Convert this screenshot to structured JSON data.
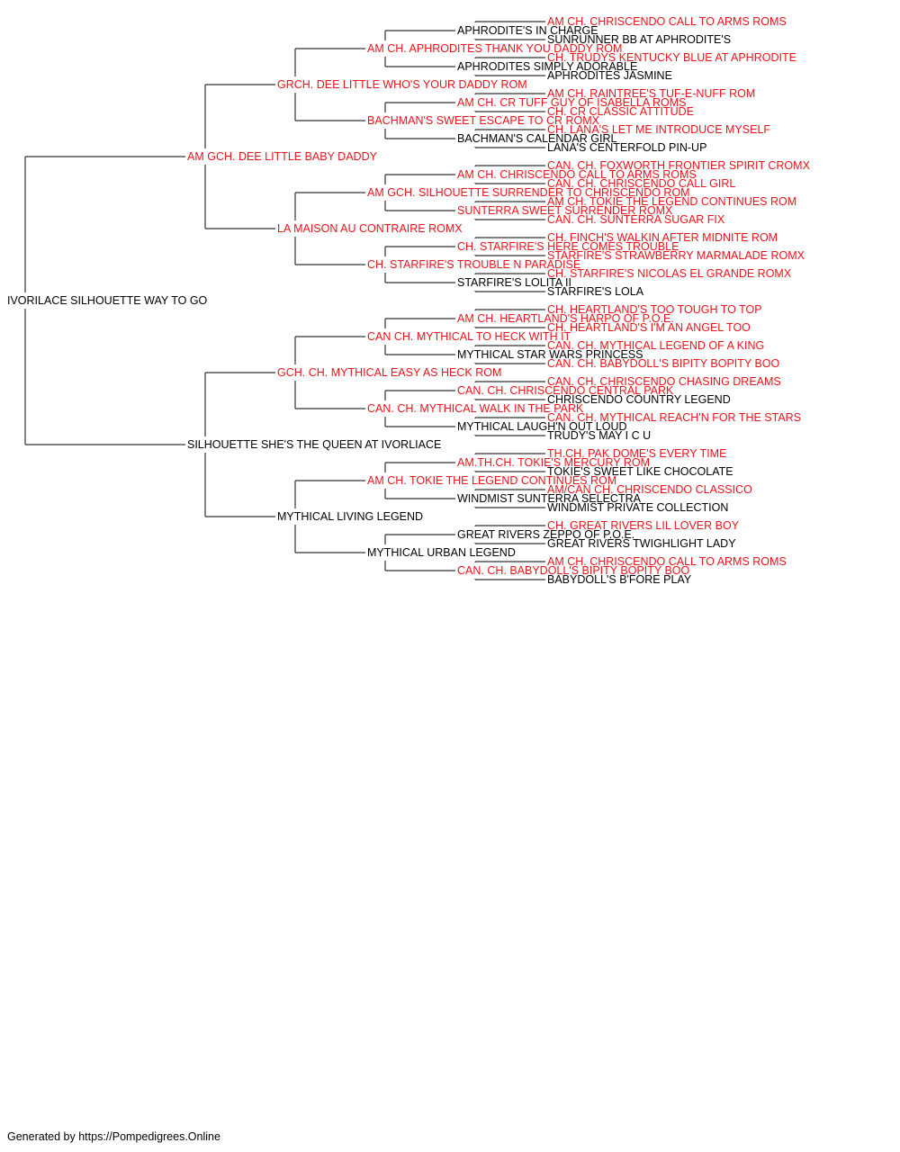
{
  "colors": {
    "titled": "#e8141c",
    "untitled": "#000000",
    "line": "#333333"
  },
  "pedigree": {
    "name": "IVORILACE SILHOUETTE WAY TO GO",
    "titled": false,
    "sire": {
      "name": "AM GCH. DEE LITTLE BABY DADDY",
      "titled": true,
      "sire": {
        "name": "GRCH. DEE LITTLE WHO'S YOUR DADDY ROM",
        "titled": true,
        "sire": {
          "name": "AM CH. APHRODITES THANK YOU DADDY ROM",
          "titled": true,
          "sire": {
            "name": "APHRODITE'S IN CHARGE",
            "titled": false,
            "sire": {
              "name": "AM CH. CHRISCENDO CALL TO ARMS ROMS",
              "titled": true
            },
            "dam": {
              "name": "SUNRUNNER BB AT APHRODITE'S",
              "titled": false
            }
          },
          "dam": {
            "name": "APHRODITES SIMPLY ADORABLE",
            "titled": false,
            "sire": {
              "name": "CH. TRUDYS KENTUCKY BLUE AT APHRODITE",
              "titled": true
            },
            "dam": {
              "name": "APHRODITES JASMINE",
              "titled": false
            }
          }
        },
        "dam": {
          "name": "BACHMAN'S SWEET ESCAPE TO CR ROMX",
          "titled": true,
          "sire": {
            "name": "AM CH. CR TUFF GUY OF ISABELLA ROMS",
            "titled": true,
            "sire": {
              "name": "AM CH. RAINTREE'S TUF-E-NUFF ROM",
              "titled": true
            },
            "dam": {
              "name": "CH. CR CLASSIC ATTITUDE",
              "titled": true
            }
          },
          "dam": {
            "name": "BACHMAN'S CALENDAR GIRL",
            "titled": false,
            "sire": {
              "name": "CH. LANA'S LET ME INTRODUCE MYSELF",
              "titled": true
            },
            "dam": {
              "name": "LANA'S CENTERFOLD PIN-UP",
              "titled": false
            }
          }
        }
      },
      "dam": {
        "name": "LA MAISON AU CONTRAIRE ROMX",
        "titled": true,
        "sire": {
          "name": "AM GCH. SILHOUETTE SURRENDER TO CHRISCENDO ROM",
          "titled": true,
          "sire": {
            "name": "AM CH. CHRISCENDO CALL TO ARMS ROMS",
            "titled": true,
            "sire": {
              "name": "CAN. CH. FOXWORTH FRONTIER SPIRIT CROMX",
              "titled": true
            },
            "dam": {
              "name": "CAN. CH. CHRISCENDO CALL GIRL",
              "titled": true
            }
          },
          "dam": {
            "name": "SUNTERRA SWEET SURRENDER ROMX",
            "titled": true,
            "sire": {
              "name": "AM CH. TOKIE THE LEGEND CONTINUES ROM",
              "titled": true
            },
            "dam": {
              "name": "CAN. CH. SUNTERRA SUGAR FIX",
              "titled": true
            }
          }
        },
        "dam": {
          "name": "CH. STARFIRE'S TROUBLE N PARADISE",
          "titled": true,
          "sire": {
            "name": "CH. STARFIRE'S HERE COMES TROUBLE",
            "titled": true,
            "sire": {
              "name": "CH. FINCH'S WALKIN AFTER MIDNITE ROM",
              "titled": true
            },
            "dam": {
              "name": "STARFIRE'S STRAWBERRY MARMALADE ROMX",
              "titled": true
            }
          },
          "dam": {
            "name": "STARFIRE'S LOLITA II",
            "titled": false,
            "sire": {
              "name": "CH. STARFIRE'S NICOLAS EL GRANDE ROMX",
              "titled": true
            },
            "dam": {
              "name": "STARFIRE'S LOLA",
              "titled": false
            }
          }
        }
      }
    },
    "dam": {
      "name": "SILHOUETTE SHE'S THE QUEEN AT IVORLIACE",
      "titled": false,
      "sire": {
        "name": "GCH. CH. MYTHICAL EASY AS HECK ROM",
        "titled": true,
        "sire": {
          "name": "CAN CH. MYTHICAL TO HECK WITH IT",
          "titled": true,
          "sire": {
            "name": "AM CH. HEARTLAND'S HARPO OF P.O.E.",
            "titled": true,
            "sire": {
              "name": "CH. HEARTLAND'S TOO TOUGH TO TOP",
              "titled": true
            },
            "dam": {
              "name": "CH. HEARTLAND'S I'M AN ANGEL TOO",
              "titled": true
            }
          },
          "dam": {
            "name": "MYTHICAL STAR WARS PRINCESS",
            "titled": false,
            "sire": {
              "name": "CAN. CH. MYTHICAL LEGEND OF A KING",
              "titled": true
            },
            "dam": {
              "name": "CAN. CH. BABYDOLL'S BIPITY BOPITY BOO",
              "titled": true
            }
          }
        },
        "dam": {
          "name": "CAN. CH. MYTHICAL WALK IN THE PARK",
          "titled": true,
          "sire": {
            "name": "CAN. CH. CHRISCENDO CENTRAL PARK",
            "titled": true,
            "sire": {
              "name": "CAN. CH. CHRISCENDO CHASING DREAMS",
              "titled": true
            },
            "dam": {
              "name": "CHRISCENDO COUNTRY LEGEND",
              "titled": false
            }
          },
          "dam": {
            "name": "MYTHICAL LAUGH'N OUT LOUD",
            "titled": false,
            "sire": {
              "name": "CAN. CH. MYTHICAL REACH'N FOR THE STARS",
              "titled": true
            },
            "dam": {
              "name": "TRUDY'S MAY I C U",
              "titled": false
            }
          }
        }
      },
      "dam": {
        "name": "MYTHICAL LIVING LEGEND",
        "titled": false,
        "sire": {
          "name": "AM CH. TOKIE THE LEGEND CONTINUES ROM",
          "titled": true,
          "sire": {
            "name": "AM.TH.CH. TOKIE'S MERCURY ROM",
            "titled": true,
            "sire": {
              "name": "TH.CH. PAK DOME'S EVERY TIME",
              "titled": true
            },
            "dam": {
              "name": "TOKIE'S SWEET LIKE CHOCOLATE",
              "titled": false
            }
          },
          "dam": {
            "name": "WINDMIST SUNTERRA SELECTRA",
            "titled": false,
            "sire": {
              "name": "AM/CAN CH. CHRISCENDO CLASSICO",
              "titled": true
            },
            "dam": {
              "name": "WINDMIST PRIVATE COLLECTION",
              "titled": false
            }
          }
        },
        "dam": {
          "name": "MYTHICAL URBAN LEGEND",
          "titled": false,
          "sire": {
            "name": "GREAT RIVERS ZEPPO OF P.O.E.",
            "titled": false,
            "sire": {
              "name": "CH. GREAT RIVERS LIL LOVER BOY",
              "titled": true
            },
            "dam": {
              "name": "GREAT RIVERS TWIGHLIGHT LADY",
              "titled": false
            }
          },
          "dam": {
            "name": "CAN. CH. BABYDOLL'S BIPITY BOPITY BOO",
            "titled": true,
            "sire": {
              "name": "AM CH. CHRISCENDO CALL TO ARMS ROMS",
              "titled": true
            },
            "dam": {
              "name": "BABYDOLL'S B'FORE PLAY",
              "titled": false
            }
          }
        }
      }
    }
  },
  "footer": {
    "text": "Generated by https://Pompedigrees.Online"
  }
}
